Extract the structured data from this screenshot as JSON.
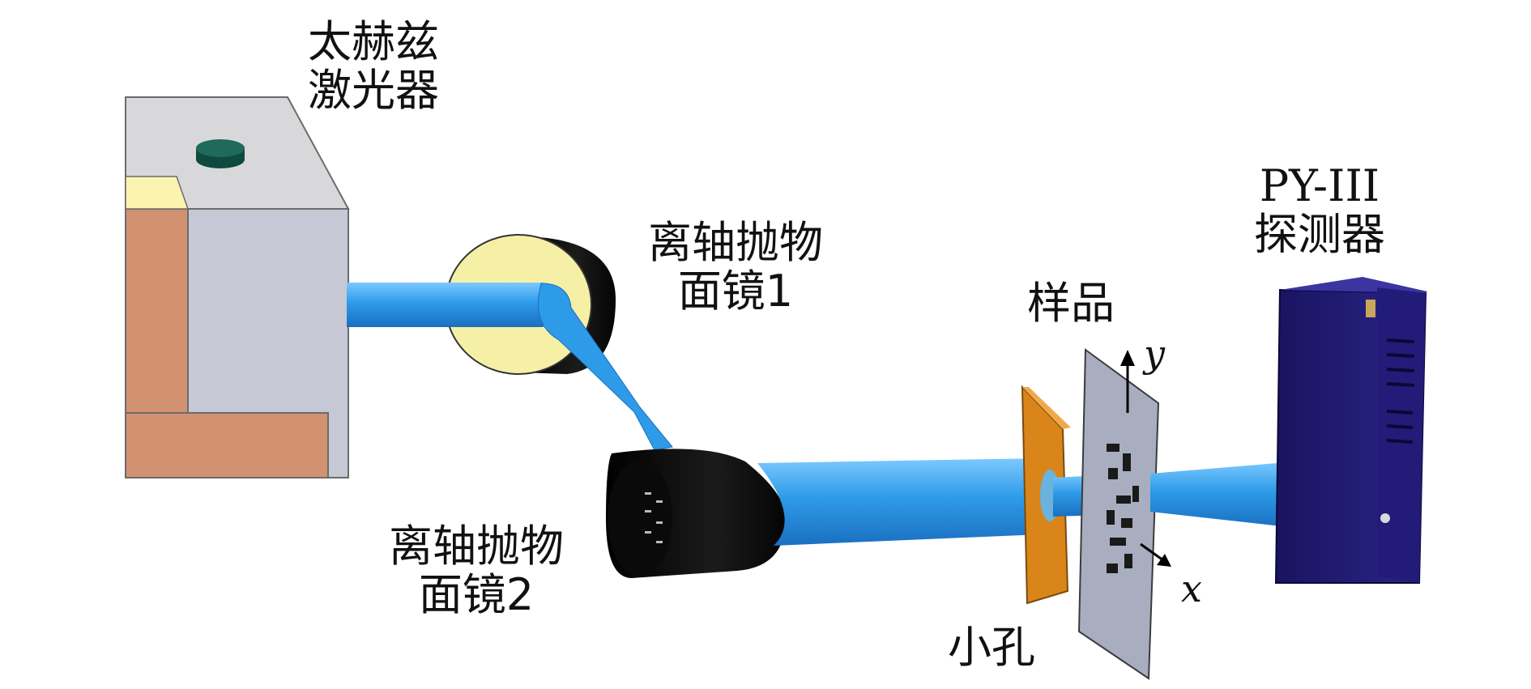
{
  "labels": {
    "laser": [
      "太赫兹",
      "激光器"
    ],
    "mirror1": [
      "离轴抛物",
      "面镜1"
    ],
    "mirror2": [
      "离轴抛物",
      "面镜2"
    ],
    "sample": "样品",
    "pinhole": "小孔",
    "detector": [
      "PY-III",
      "探测器"
    ]
  },
  "axes": {
    "x": "x",
    "y": "y"
  },
  "colors": {
    "beam": "#2e9be8",
    "laser_top": "#d8d8da",
    "laser_side": "#c7c8d6",
    "laser_copper": "#d29272",
    "laser_window": "#fbf4b0",
    "mirror_black": "#0c0c0c",
    "mirror1_face": "#f6f0a6",
    "pinhole_plate": "#d9851a",
    "sample_plate": "#a8aebf",
    "detector": "#1f1a6b"
  },
  "icons": {
    "laser": "terahertz-laser-box",
    "mirror": "off-axis-parabolic-mirror",
    "detector": "pyroelectric-detector-box"
  }
}
